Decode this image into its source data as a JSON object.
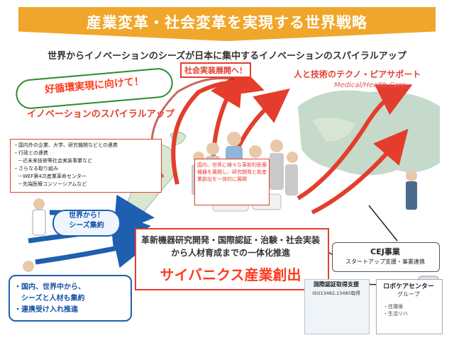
{
  "title": "産業変革・社会変革を実現する世界戦略",
  "subtitle": "世界からイノベーションのシーズが日本に集中するイノベーションのスパイラルアップ",
  "goal_pill": "好循環実現に向けて！",
  "spiral_label": "イノベーションのスパイラルアップ",
  "social_implementation": "社会実装展開へ！",
  "techno_peer": {
    "title": "人と技術のテクノ・ピアサポート",
    "sub": "Medical/Health Care"
  },
  "initiatives": [
    {
      "bullet": "・",
      "text": "国内外の企業、大学、研究機関などとの連携"
    },
    {
      "bullet": "・",
      "text": "行政との連携"
    },
    {
      "bullet": "－",
      "text": "近未来技術等社会実装事業など"
    },
    {
      "bullet": "・",
      "text": "さらなる取り組み"
    },
    {
      "bullet": "－",
      "text": "WEF第4次産業革命センター"
    },
    {
      "bullet": "－",
      "text": "先端医療コンソーシアムなど"
    }
  ],
  "collect_bubble": [
    "世界から！",
    "シーズ集約"
  ],
  "international_box": "国内、世界に様々な革新的医療機器を展開し、研究開発と新産業創出を一体的に展開",
  "center": {
    "line1": "革新機器研究開発・国際認証・治験・社会実装",
    "line2": "から人材育成までの一体化推進",
    "big": "サイバニクス産業創出"
  },
  "cej": {
    "title": "CEJ事業",
    "sub": "スタートアップ支援・事業連携"
  },
  "bottom_list": [
    "・国内、世界中から、",
    "　シーズと人材も集約",
    "・連携受け入れ推進"
  ],
  "certification": {
    "title": "国際認証取得支援",
    "sub": "ISO13482,13485取得"
  },
  "robocare": {
    "title": "ロボケアセンター",
    "sub": "グループ",
    "items": [
      "・住環境",
      "・生活リハ"
    ]
  },
  "colors": {
    "banner": "#f0a62a",
    "accent_red": "#e43d2d",
    "accent_blue": "#1650a6",
    "accent_green": "#2f8a2f"
  }
}
